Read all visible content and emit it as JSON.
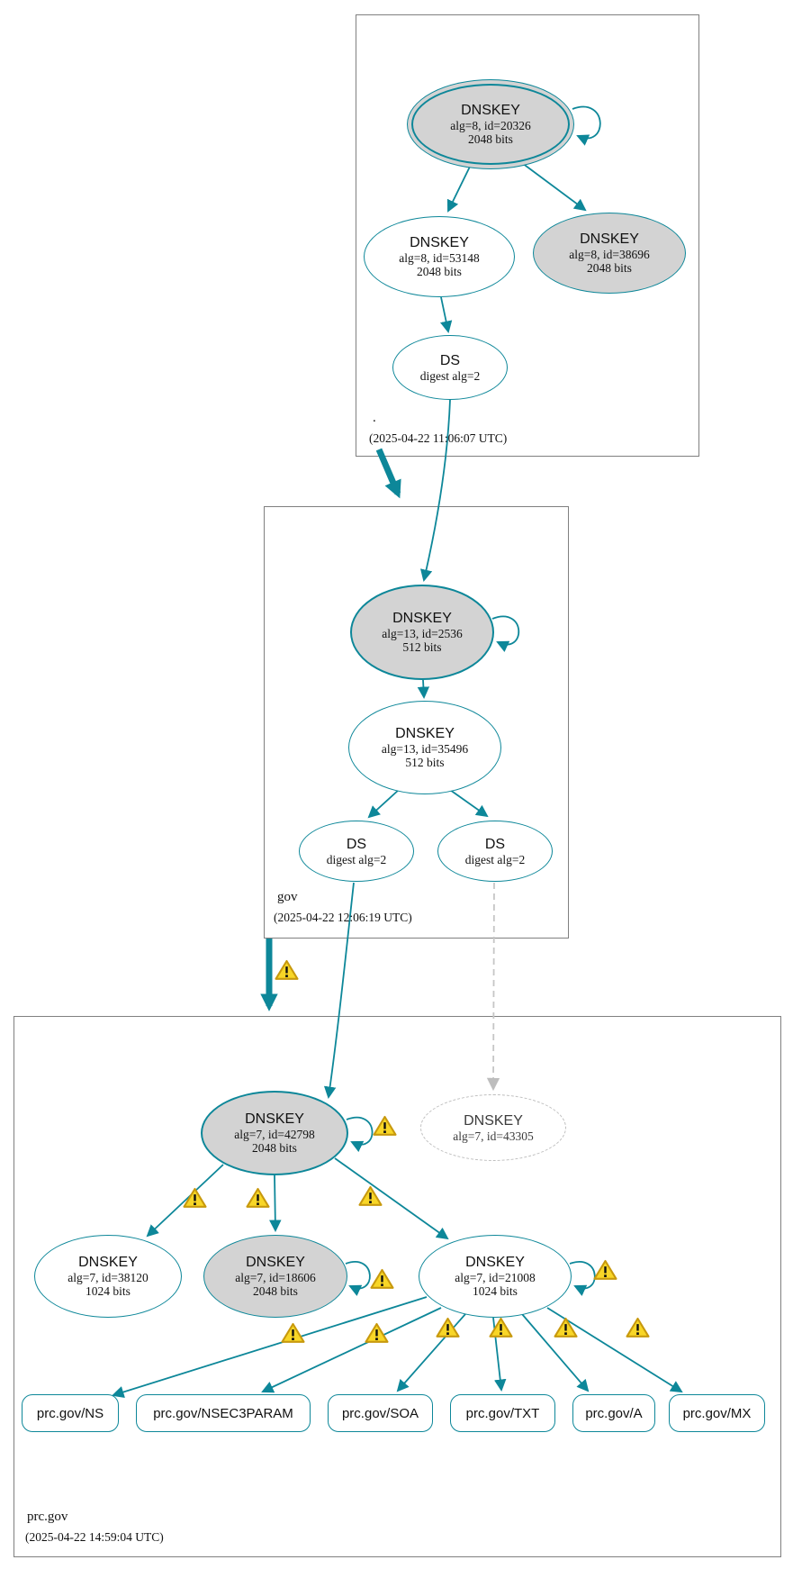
{
  "diagram": {
    "type": "dnssec-authentication-chain",
    "zones": {
      "root": {
        "label": ".",
        "timestamp": "(2025-04-22 11:06:07 UTC)",
        "nodes": {
          "ksk": {
            "title": "DNSKEY",
            "detail1": "alg=8, id=20326",
            "detail2": "2048 bits"
          },
          "zsk": {
            "title": "DNSKEY",
            "detail1": "alg=8, id=53148",
            "detail2": "2048 bits"
          },
          "key2": {
            "title": "DNSKEY",
            "detail1": "alg=8, id=38696",
            "detail2": "2048 bits"
          },
          "ds": {
            "title": "DS",
            "detail1": "digest alg=2"
          }
        }
      },
      "gov": {
        "label": "gov",
        "timestamp": "(2025-04-22 12:06:19 UTC)",
        "nodes": {
          "ksk": {
            "title": "DNSKEY",
            "detail1": "alg=13, id=2536",
            "detail2": "512 bits"
          },
          "zsk": {
            "title": "DNSKEY",
            "detail1": "alg=13, id=35496",
            "detail2": "512 bits"
          },
          "ds1": {
            "title": "DS",
            "detail1": "digest alg=2"
          },
          "ds2": {
            "title": "DS",
            "detail1": "digest alg=2"
          }
        }
      },
      "prc": {
        "label": "prc.gov",
        "timestamp": "(2025-04-22 14:59:04 UTC)",
        "nodes": {
          "ksk": {
            "title": "DNSKEY",
            "detail1": "alg=7, id=42798",
            "detail2": "2048 bits"
          },
          "missing": {
            "title": "DNSKEY",
            "detail1": "alg=7, id=43305"
          },
          "key1": {
            "title": "DNSKEY",
            "detail1": "alg=7, id=38120",
            "detail2": "1024 bits"
          },
          "key2": {
            "title": "DNSKEY",
            "detail1": "alg=7, id=18606",
            "detail2": "2048 bits"
          },
          "key3": {
            "title": "DNSKEY",
            "detail1": "alg=7, id=21008",
            "detail2": "1024 bits"
          },
          "records": {
            "ns": "prc.gov/NS",
            "nsec3param": "prc.gov/NSEC3PARAM",
            "soa": "prc.gov/SOA",
            "txt": "prc.gov/TXT",
            "a": "prc.gov/A",
            "mx": "prc.gov/MX"
          }
        }
      }
    },
    "icons": {
      "warning": "⚠"
    },
    "colors": {
      "secure_teal": "#0d8799",
      "node_fill_gray": "#d3d3d3",
      "warning_fill": "#f8d627",
      "warning_border": "#c8990d",
      "insecure_gray": "#bdbdbd",
      "zone_border": "#808080"
    }
  }
}
